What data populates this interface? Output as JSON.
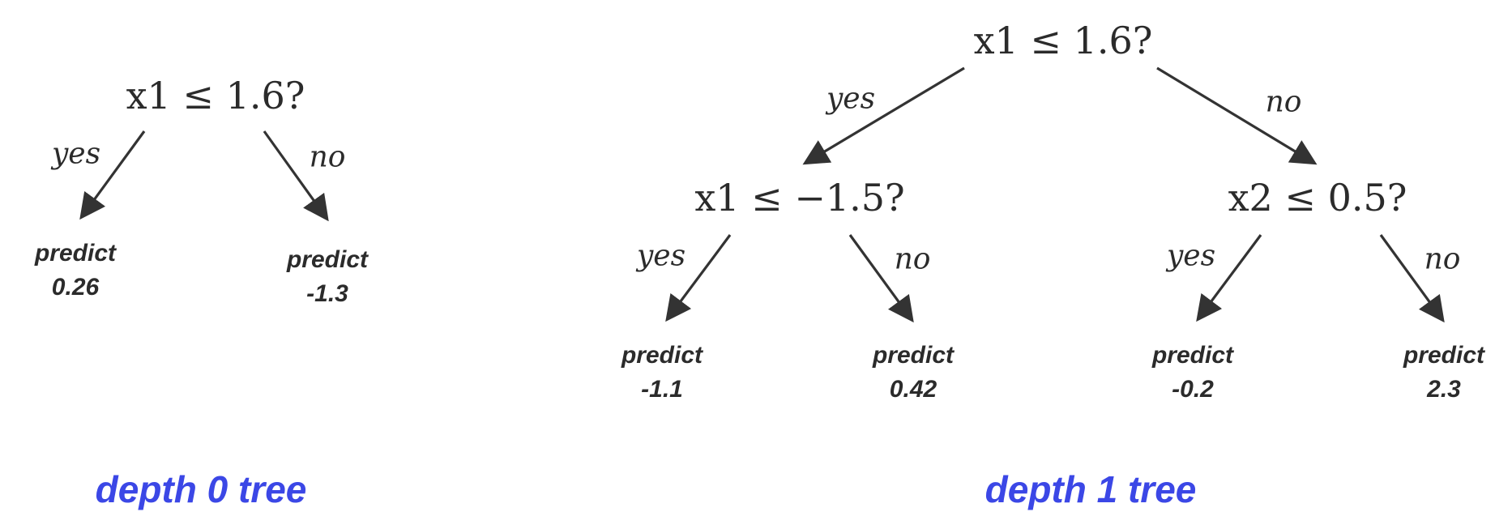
{
  "colors": {
    "text": "#2b2b2b",
    "arrow": "#333333",
    "caption": "#3b47e6"
  },
  "trees": [
    {
      "caption": "depth 0 tree",
      "root": {
        "condition": "x1 ≤ 1.6?"
      },
      "branches": {
        "yes": "yes",
        "no": "no"
      },
      "leaves": [
        {
          "label": "predict",
          "value": "0.26"
        },
        {
          "label": "predict",
          "value": "-1.3"
        }
      ]
    },
    {
      "caption": "depth 1 tree",
      "root": {
        "condition": "x1 ≤ 1.6?"
      },
      "root_branches": {
        "yes": "yes",
        "no": "no"
      },
      "children": [
        {
          "condition": "x1 ≤ −1.5?",
          "branches": {
            "yes": "yes",
            "no": "no"
          },
          "leaves": [
            {
              "label": "predict",
              "value": "-1.1"
            },
            {
              "label": "predict",
              "value": "0.42"
            }
          ]
        },
        {
          "condition": "x2 ≤ 0.5?",
          "branches": {
            "yes": "yes",
            "no": "no"
          },
          "leaves": [
            {
              "label": "predict",
              "value": "-0.2"
            },
            {
              "label": "predict",
              "value": "2.3"
            }
          ]
        }
      ]
    }
  ]
}
